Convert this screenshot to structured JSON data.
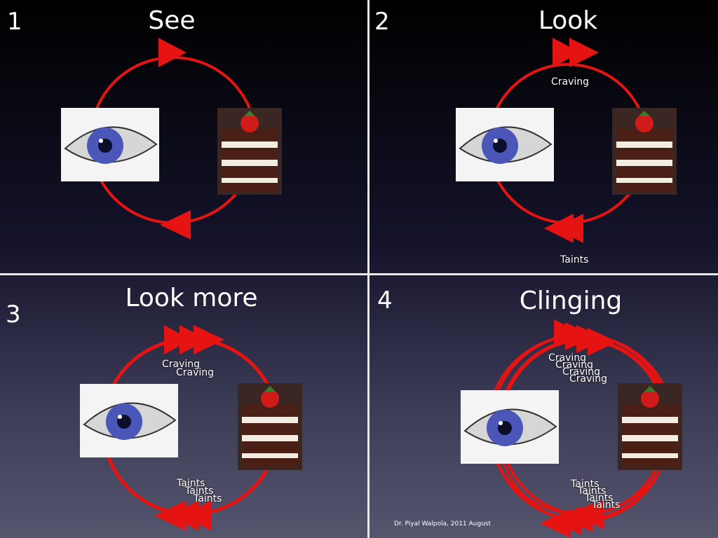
{
  "colors": {
    "cycle": "#e51412",
    "divider": "#e8e8ec",
    "iris": "#4a56b8"
  },
  "panels": [
    {
      "number": "1",
      "title": "See",
      "labels_top": [],
      "labels_bottom": []
    },
    {
      "number": "2",
      "title": "Look",
      "labels_top": [
        "Craving"
      ],
      "labels_bottom": [
        "Taints"
      ]
    },
    {
      "number": "3",
      "title": "Look more",
      "labels_top": [
        "Craving",
        "Craving"
      ],
      "labels_bottom": [
        "Taints",
        "Taints",
        "Taints"
      ]
    },
    {
      "number": "4",
      "title": "Clinging",
      "labels_top": [
        "Craving",
        "Craving",
        "Craving",
        "Craving"
      ],
      "labels_bottom": [
        "Taints",
        "Taints",
        "Taints",
        "Taints"
      ]
    }
  ],
  "icons": {
    "eye": "eye-photo-icon",
    "cake": "cake-photo-icon"
  },
  "footer": {
    "credit": "Dr. Piyal Walpola, 2011 August"
  }
}
